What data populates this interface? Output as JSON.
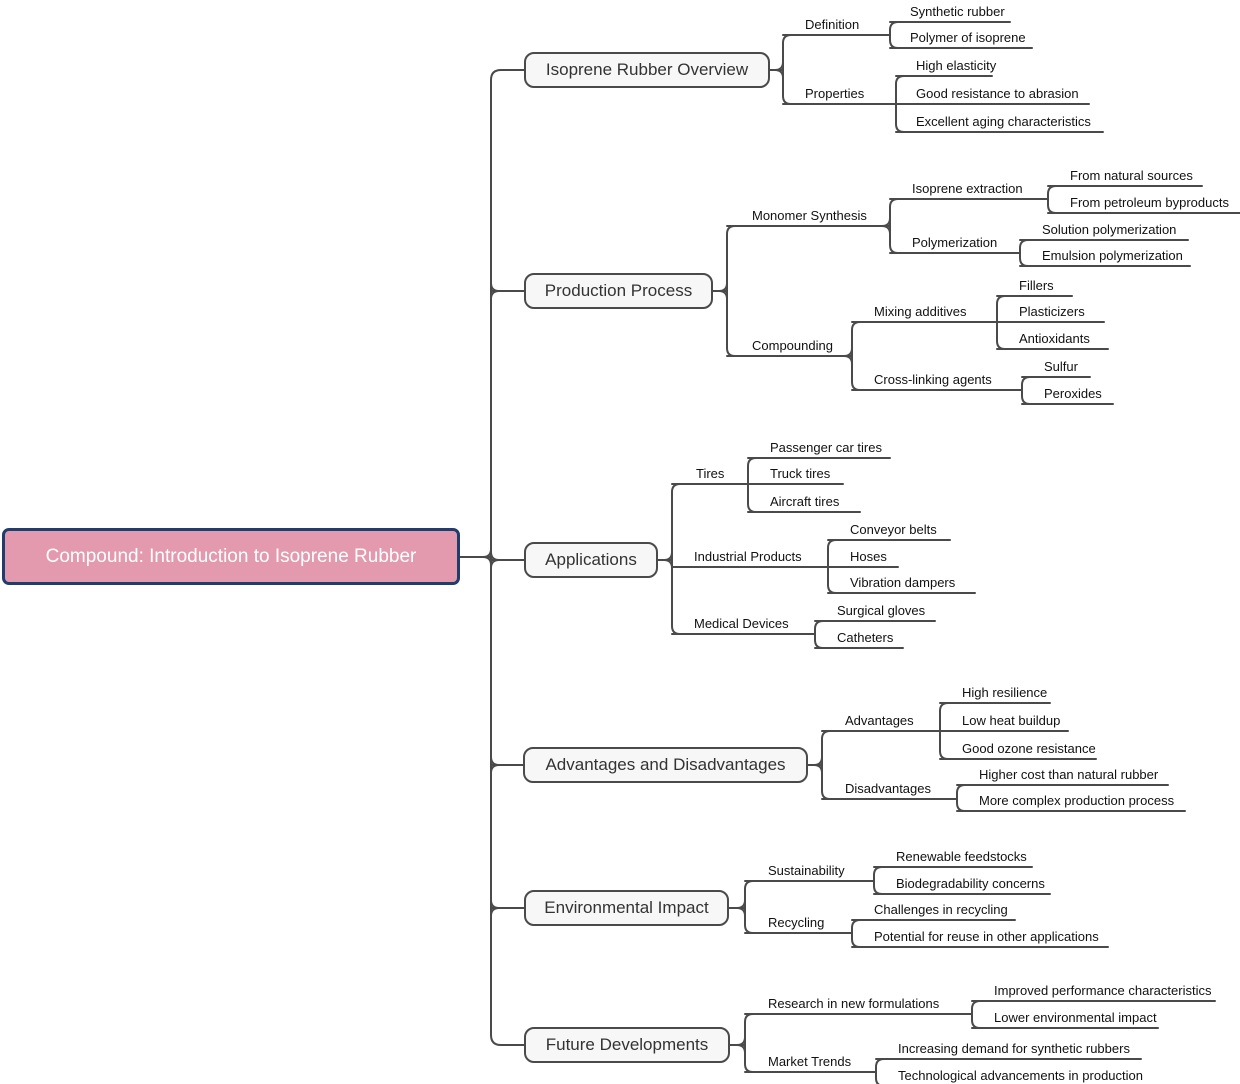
{
  "root": {
    "label": "Compound: Introduction to Isoprene Rubber"
  },
  "branches": [
    {
      "label": "Isoprene Rubber Overview",
      "children": [
        {
          "label": "Definition",
          "children": [
            {
              "label": "Synthetic rubber"
            },
            {
              "label": "Polymer of isoprene"
            }
          ]
        },
        {
          "label": "Properties",
          "children": [
            {
              "label": "High elasticity"
            },
            {
              "label": "Good resistance to abrasion"
            },
            {
              "label": "Excellent aging characteristics"
            }
          ]
        }
      ]
    },
    {
      "label": "Production Process",
      "children": [
        {
          "label": "Monomer Synthesis",
          "children": [
            {
              "label": "Isoprene extraction",
              "children": [
                {
                  "label": "From natural sources"
                },
                {
                  "label": "From petroleum byproducts"
                }
              ]
            },
            {
              "label": "Polymerization",
              "children": [
                {
                  "label": "Solution polymerization"
                },
                {
                  "label": "Emulsion polymerization"
                }
              ]
            }
          ]
        },
        {
          "label": "Compounding",
          "children": [
            {
              "label": "Mixing additives",
              "children": [
                {
                  "label": "Fillers"
                },
                {
                  "label": "Plasticizers"
                },
                {
                  "label": "Antioxidants"
                }
              ]
            },
            {
              "label": "Cross-linking agents",
              "children": [
                {
                  "label": "Sulfur"
                },
                {
                  "label": "Peroxides"
                }
              ]
            }
          ]
        }
      ]
    },
    {
      "label": "Applications",
      "children": [
        {
          "label": "Tires",
          "children": [
            {
              "label": "Passenger car tires"
            },
            {
              "label": "Truck tires"
            },
            {
              "label": "Aircraft tires"
            }
          ]
        },
        {
          "label": "Industrial Products",
          "children": [
            {
              "label": "Conveyor belts"
            },
            {
              "label": "Hoses"
            },
            {
              "label": "Vibration dampers"
            }
          ]
        },
        {
          "label": "Medical Devices",
          "children": [
            {
              "label": "Surgical gloves"
            },
            {
              "label": "Catheters"
            }
          ]
        }
      ]
    },
    {
      "label": "Advantages and Disadvantages",
      "children": [
        {
          "label": "Advantages",
          "children": [
            {
              "label": "High resilience"
            },
            {
              "label": "Low heat buildup"
            },
            {
              "label": "Good ozone resistance"
            }
          ]
        },
        {
          "label": "Disadvantages",
          "children": [
            {
              "label": "Higher cost than natural rubber"
            },
            {
              "label": "More complex production process"
            }
          ]
        }
      ]
    },
    {
      "label": "Environmental Impact",
      "children": [
        {
          "label": "Sustainability",
          "children": [
            {
              "label": "Renewable feedstocks"
            },
            {
              "label": "Biodegradability concerns"
            }
          ]
        },
        {
          "label": "Recycling",
          "children": [
            {
              "label": "Challenges in recycling"
            },
            {
              "label": "Potential for reuse in other applications"
            }
          ]
        }
      ]
    },
    {
      "label": "Future Developments",
      "children": [
        {
          "label": "Research in new formulations",
          "children": [
            {
              "label": "Improved performance characteristics"
            },
            {
              "label": "Lower environmental impact"
            }
          ]
        },
        {
          "label": "Market Trends",
          "children": [
            {
              "label": "Increasing demand for synthetic rubbers"
            },
            {
              "label": "Technological advancements in production"
            }
          ]
        }
      ]
    }
  ],
  "colors": {
    "line": "#4a4a4a",
    "box_fill": "#f7f7f7",
    "box_border": "#4a4a4a",
    "box_text": "#333333",
    "leaf_text": "#111111",
    "root_fill": "#e39aae",
    "root_border": "#1f3d6d",
    "root_text": "#ffffff",
    "bg": "#ffffff"
  }
}
